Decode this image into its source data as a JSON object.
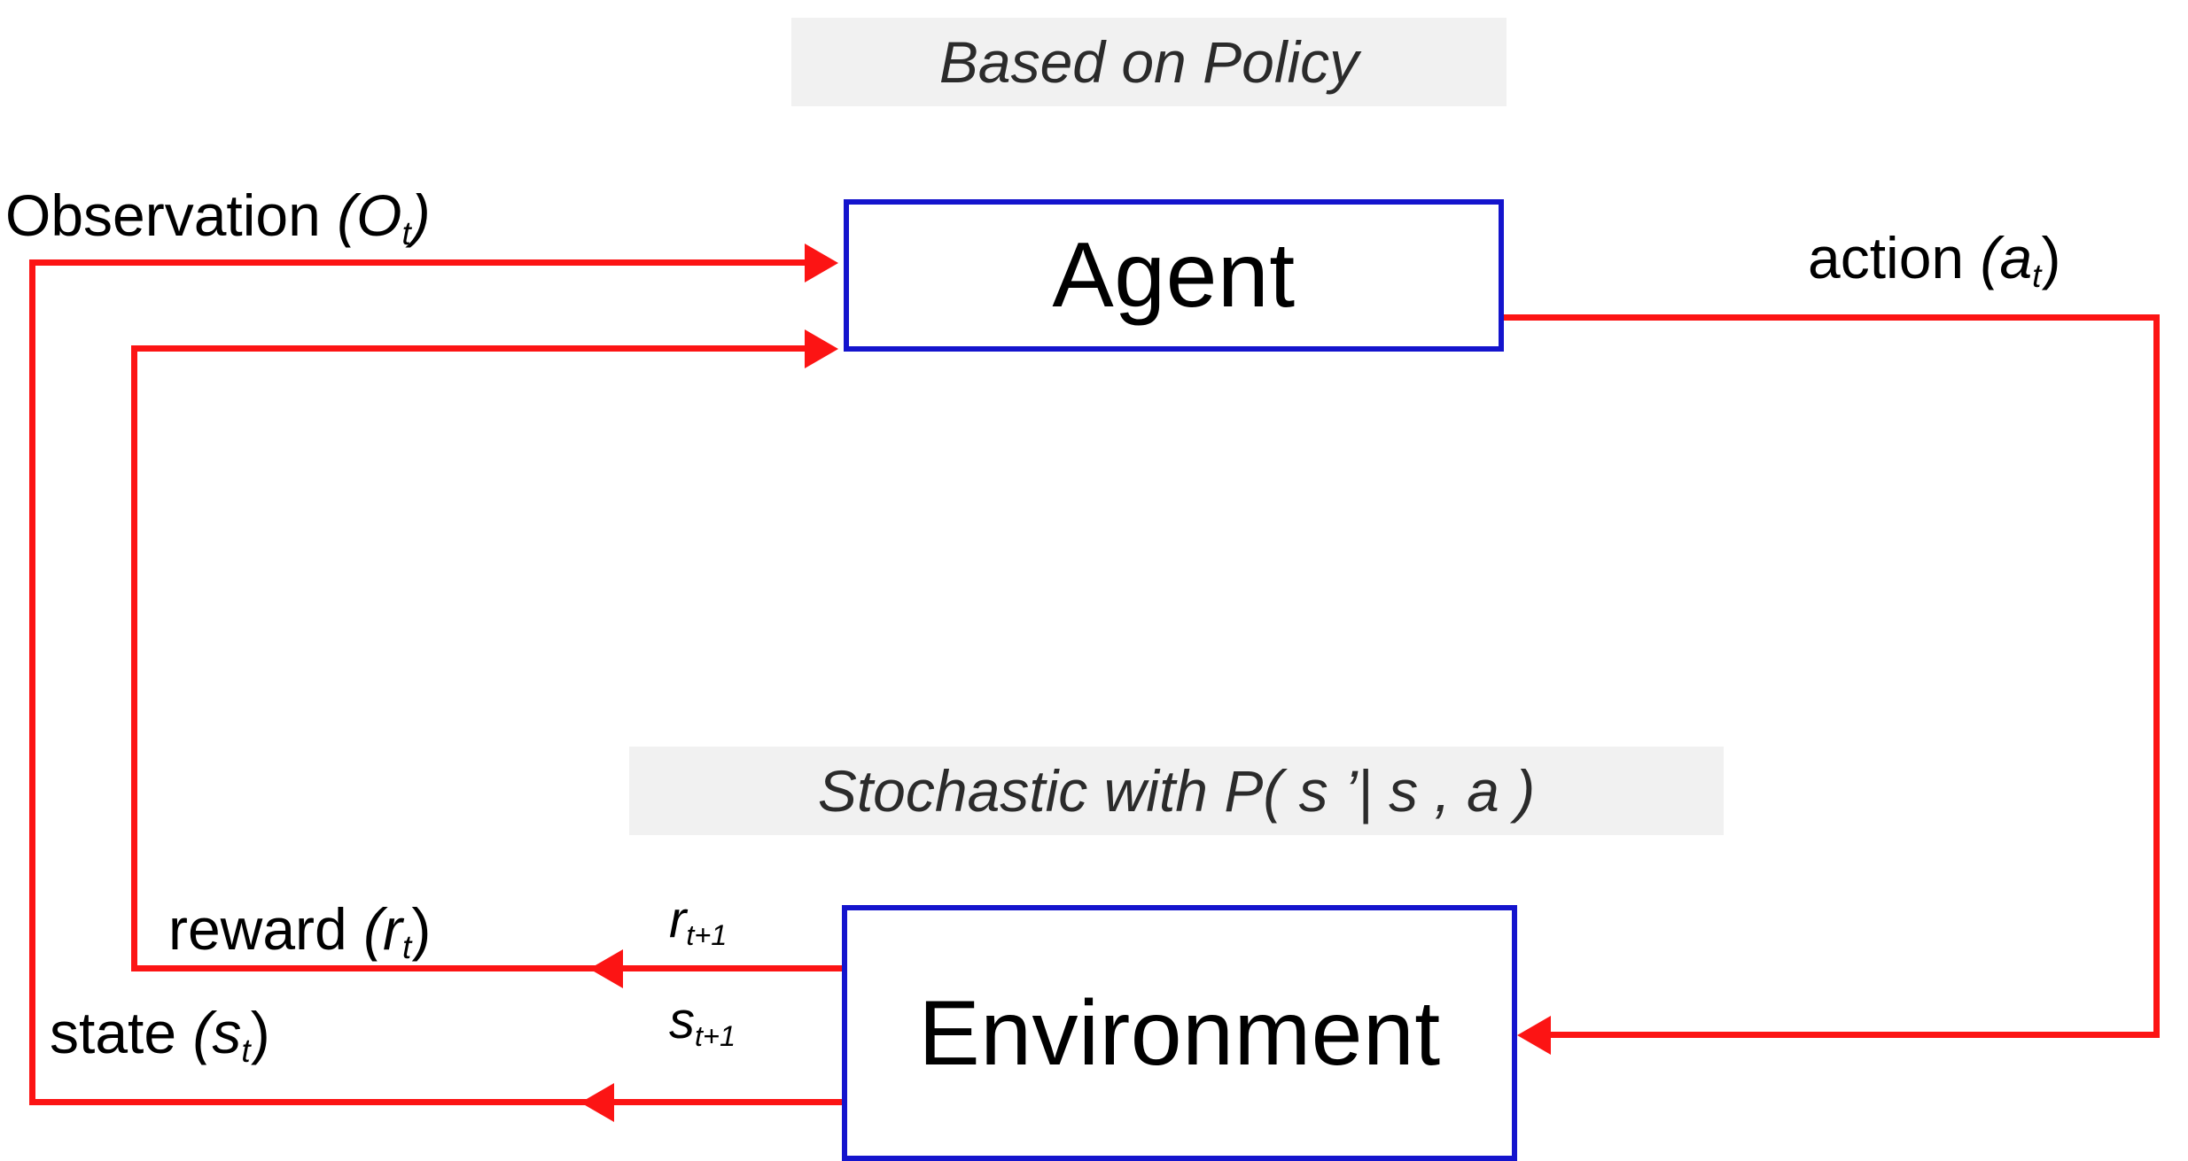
{
  "diagram": {
    "title": "Reinforcement Learning Agent-Environment Interaction Loop",
    "colors": {
      "node_border": "#1414cd",
      "node_fill": "#ffffff",
      "edge": "#fc1414",
      "banner_background": "#f1f1f1",
      "text": "#000000"
    },
    "nodes": [
      {
        "id": "agent",
        "label": "Agent"
      },
      {
        "id": "environment",
        "label": "Environment"
      }
    ],
    "banners": [
      {
        "id": "policy",
        "text": "Based on Policy"
      },
      {
        "id": "stochastic",
        "text": "Stochastic with P( s ’| s , a )"
      }
    ],
    "edge_labels": {
      "observation": {
        "text": "Observation ",
        "symbol": "(O",
        "sub": "t",
        "close": ")"
      },
      "action": {
        "text": "action ",
        "symbol": "(a",
        "sub": "t",
        "close": ")"
      },
      "reward": {
        "text": "reward ",
        "symbol": "(r",
        "sub": "t",
        "close": ")"
      },
      "state": {
        "text": "state ",
        "symbol": "(s",
        "sub": "t",
        "close": ")"
      },
      "reward_next": {
        "symbol": "r",
        "sub": "t+1"
      },
      "state_next": {
        "symbol": "s",
        "sub": "t+1"
      }
    }
  }
}
